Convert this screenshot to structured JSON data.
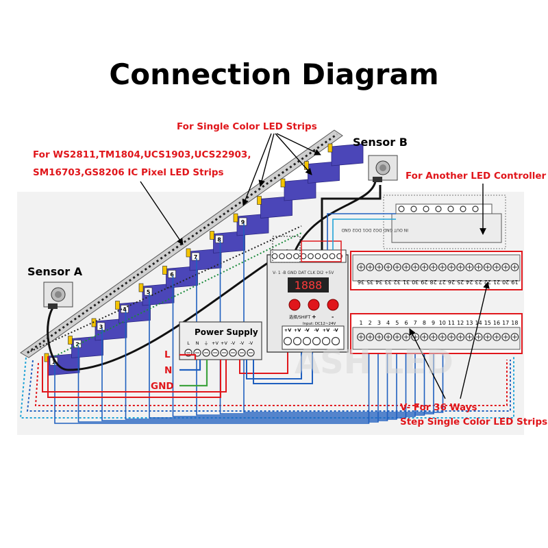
{
  "title": "Connection Diagram",
  "labels": {
    "single_color": "For Single Color LED Strips",
    "pixel_line1": "For WS2811,TM1804,UCS1903,UCS22903,",
    "pixel_line2": "SM16703,GS8206 IC Pixel LED Strips",
    "sensor_a": "Sensor A",
    "sensor_b": "Sensor B",
    "another_controller": "For Another LED Controller",
    "v_minus_line1": "V- For 36 Ways",
    "v_minus_line2": "Step Single Color LED Strips",
    "power_supply": "Power Supply",
    "L": "L",
    "N": "N",
    "GND": "GND"
  },
  "steps": [
    "1",
    "2",
    "3",
    "4",
    "5",
    "6",
    "7",
    "8",
    "9"
  ],
  "controller": {
    "display": "1888",
    "button_labels": [
      "选择/SHIFT",
      "+",
      "-"
    ],
    "input_label": "Input: DC12~24V",
    "power_terminals": [
      "+V",
      "+V",
      "-V",
      "-V",
      "+V",
      "-V"
    ],
    "top_terminals": "V- 1 -B GND DAT CLK DI2 +5V"
  },
  "power_supply_terminals": [
    "L",
    "N",
    "⏚",
    "+V",
    "+V",
    "-V",
    "-V",
    "-V"
  ],
  "channels_bottom": [
    "1",
    "2",
    "3",
    "4",
    "5",
    "6",
    "7",
    "8",
    "9",
    "10",
    "11",
    "12",
    "13",
    "14",
    "15",
    "16",
    "17",
    "18"
  ],
  "channels_top": [
    "19",
    "20",
    "21",
    "22",
    "23",
    "24",
    "25",
    "26",
    "27",
    "28",
    "29",
    "30",
    "31",
    "32",
    "33",
    "34",
    "35",
    "36"
  ],
  "another_controller_terminals": "IN OUT GND DO2 DO1 DO2 GND",
  "watermark": "ASH LED",
  "colors": {
    "label_red": "#e0161b",
    "wire_red": "#e0161b",
    "wire_blue": "#1f5fbf",
    "wire_green": "#3ea33e",
    "stair": "#4b46b8",
    "amber": "#f4c400"
  }
}
